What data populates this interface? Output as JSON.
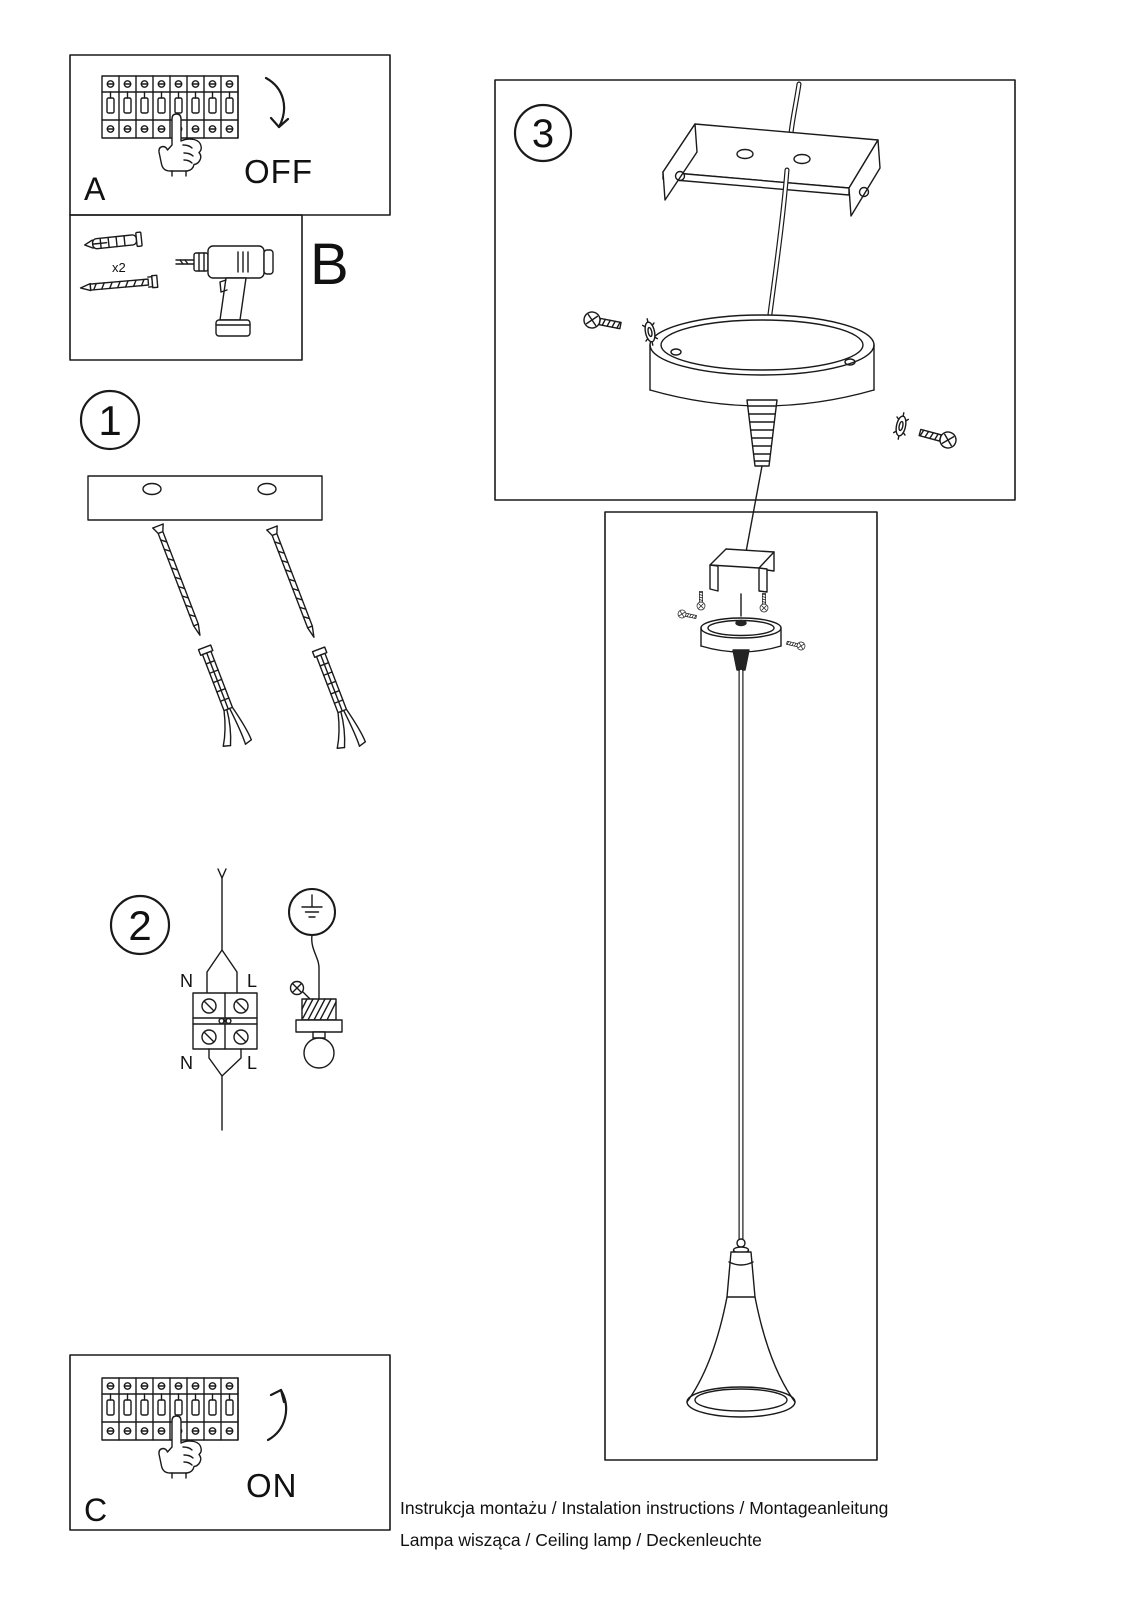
{
  "panels": {
    "a": {
      "label": "A",
      "state": "OFF"
    },
    "b": {
      "label": "B",
      "qty": "x2"
    },
    "c": {
      "label": "C",
      "state": "ON"
    }
  },
  "steps": {
    "s1": {
      "num": "1"
    },
    "s2": {
      "num": "2",
      "n_top": "N",
      "l_top": "L",
      "n_bottom": "N",
      "l_bottom": "L"
    },
    "s3": {
      "num": "3"
    }
  },
  "footer": {
    "line1": "Instrukcja montażu / Instalation instructions / Montageanleitung",
    "line2": "Lampa wisząca / Ceiling lamp / Deckenleuchte"
  },
  "colors": {
    "line": "#1a1a1a",
    "paper": "#ffffff"
  }
}
